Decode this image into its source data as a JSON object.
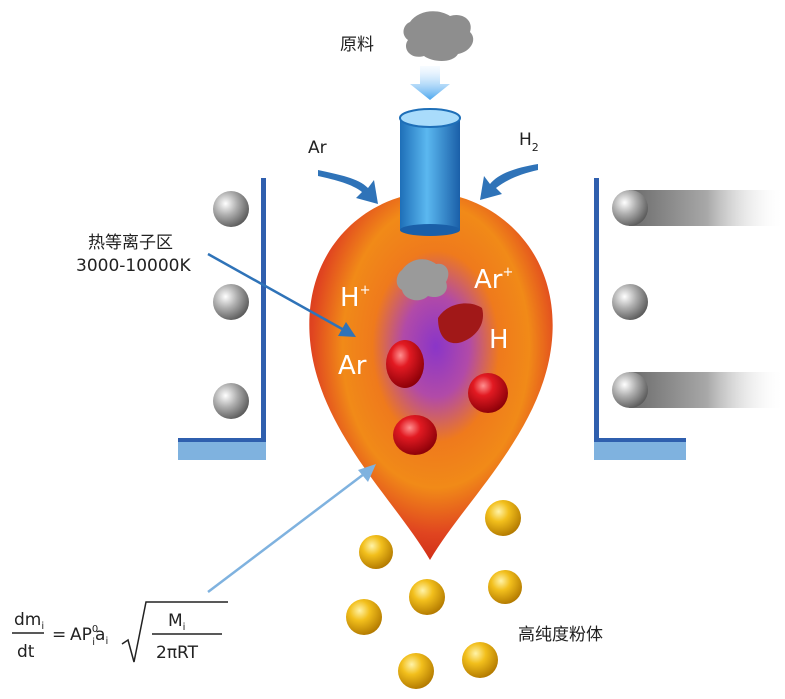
{
  "labels": {
    "raw_material": "原料",
    "ar": "Ar",
    "h2_base": "H",
    "h2_sub": "2",
    "plasma_zone_line1": "热等离子区",
    "plasma_zone_line2": "3000-10000K",
    "ion_h_plus": "H",
    "ion_plus_sign": "+",
    "ion_ar_plus": "Ar",
    "atom_ar": "Ar",
    "atom_h": "H",
    "product": "高纯度粉体"
  },
  "formula": {
    "numerator": "dm",
    "denominator": "dt",
    "equals": "=",
    "rhs_prefix": "AP",
    "rhs_a": "a",
    "sub_i": "i",
    "sup_0": "0",
    "root_num": "M",
    "root_den": "2πRT"
  },
  "colors": {
    "plasma_outer": "#d8321c",
    "plasma_mid": "#f07a18",
    "plasma_core": "#9a3fc0",
    "nozzle": "#2c8fd6",
    "arrow_blue": "#2f73b8",
    "coil_frame": "#2f5fae",
    "droplet_red": "#d0101a",
    "powder_gold": "#f0b818"
  }
}
